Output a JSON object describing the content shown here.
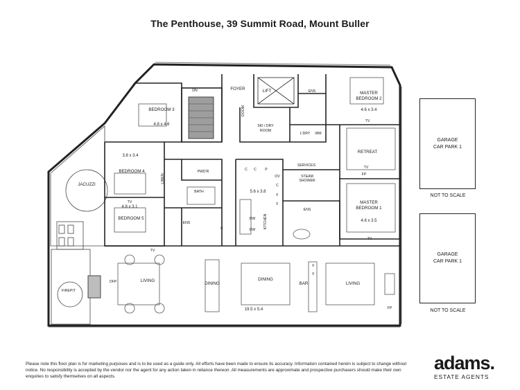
{
  "title": "The Penthouse, 39 Summit Road, Mount Buller",
  "rooms": {
    "bedroom3": "BEDROOM 3",
    "bedroom3_dim": "4.8 x 4.6",
    "dn": "DN",
    "foyer": "FOYER",
    "lift": "LIFT",
    "ens_top": "ENS",
    "master2_line1": "MASTER",
    "master2_line2": "BEDROOM 2",
    "master2_dim": "4.6 x 3.4",
    "tv_master2": "TV",
    "doom": "DOOM",
    "ski_dry_line1": "SKI / DRY",
    "ski_dry_line2": "ROOM",
    "ldry": "L'DRY",
    "wm": "WM",
    "retreat": "RETREAT",
    "tv_retreat": "TV",
    "fp_retreat": "FP",
    "bedroom4_dim": "3.8 x 3.4",
    "bedroom4": "BEDROOM 4",
    "linen": "LINEN",
    "pwdr": "PWD'R",
    "bath": "BATH",
    "c1": "C",
    "c2": "C",
    "p": "P",
    "services": "SERVICES",
    "steam_line1": "STEAM",
    "steam_line2": "SHOWER",
    "ov": "OV",
    "c3": "C",
    "f1": "F",
    "f2": "F",
    "kitchen_dim": "5.6 x 3.8",
    "master1_line1": "MASTER",
    "master1_line2": "BEDROOM 1",
    "master1_dim": "4.6 x 3.5",
    "tv_master1": "TV",
    "jacuzzi": "JACUZZI",
    "tv_bed5": "TV",
    "bedroom5_dim": "4.8 x 3.1",
    "bedroom5": "BEDROOM 5",
    "ens_bed5": "ENS",
    "c_bed5": "C",
    "dw1": "DW",
    "dw2": "DW",
    "kitchen": "KITCHEN",
    "ens_master1": "ENS",
    "tv_living": "TV",
    "offp": "OFP",
    "living_left": "LIVING",
    "dining_left": "DINING",
    "dining_mid": "DINING",
    "f3": "F",
    "f4": "F",
    "bar": "BAR",
    "living_right": "LIVING",
    "fp_right": "FP",
    "firepit": "FIREPIT",
    "living_dim": "19.5 x 5.4"
  },
  "garage1": {
    "line1": "GARAGE",
    "line2": "CAR PARK 1",
    "note": "NOT TO SCALE"
  },
  "garage2": {
    "line1": "GARAGE",
    "line2": "CAR PARK 1",
    "note": "NOT TO SCALE"
  },
  "disclaimer": "Please note this floor plan is for marketing purposes and is to be used as a guide only. All efforts have been made to ensure its accuracy. Information contained herein is subject to change without notice. No responsibility is accepted by the vendor nor the agent for any action taken in reliance thereon. All measurements are approximate and prospective purchasers should make their own enquiries to satisfy themselves on all aspects.",
  "logo": {
    "main": "adams.",
    "sub": "ESTATE AGENTS"
  }
}
